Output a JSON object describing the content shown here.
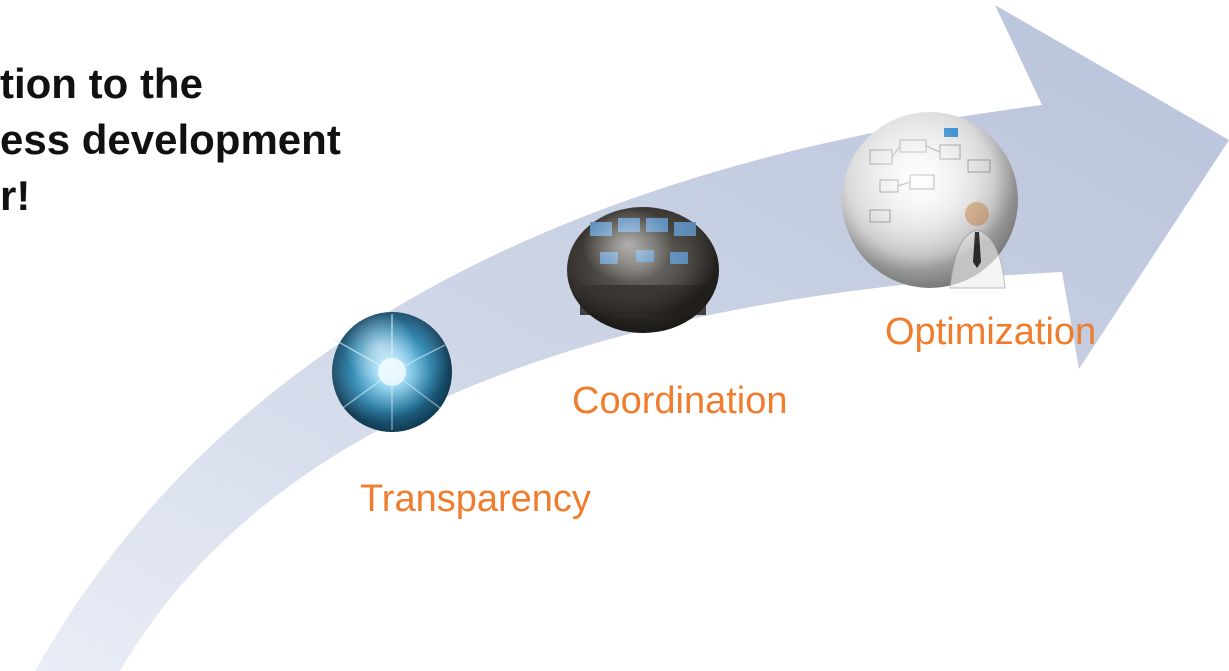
{
  "heading": {
    "lines": [
      "tion to the",
      "ess development",
      "r!"
    ]
  },
  "stages": [
    {
      "label": "Transparency",
      "image": "data-tunnel-image"
    },
    {
      "label": "Coordination",
      "image": "control-room-image"
    },
    {
      "label": "Optimization",
      "image": "business-planning-image"
    }
  ],
  "colors": {
    "arrow": "#c9d1e3",
    "label": "#f07d2e",
    "heading": "#111111"
  }
}
